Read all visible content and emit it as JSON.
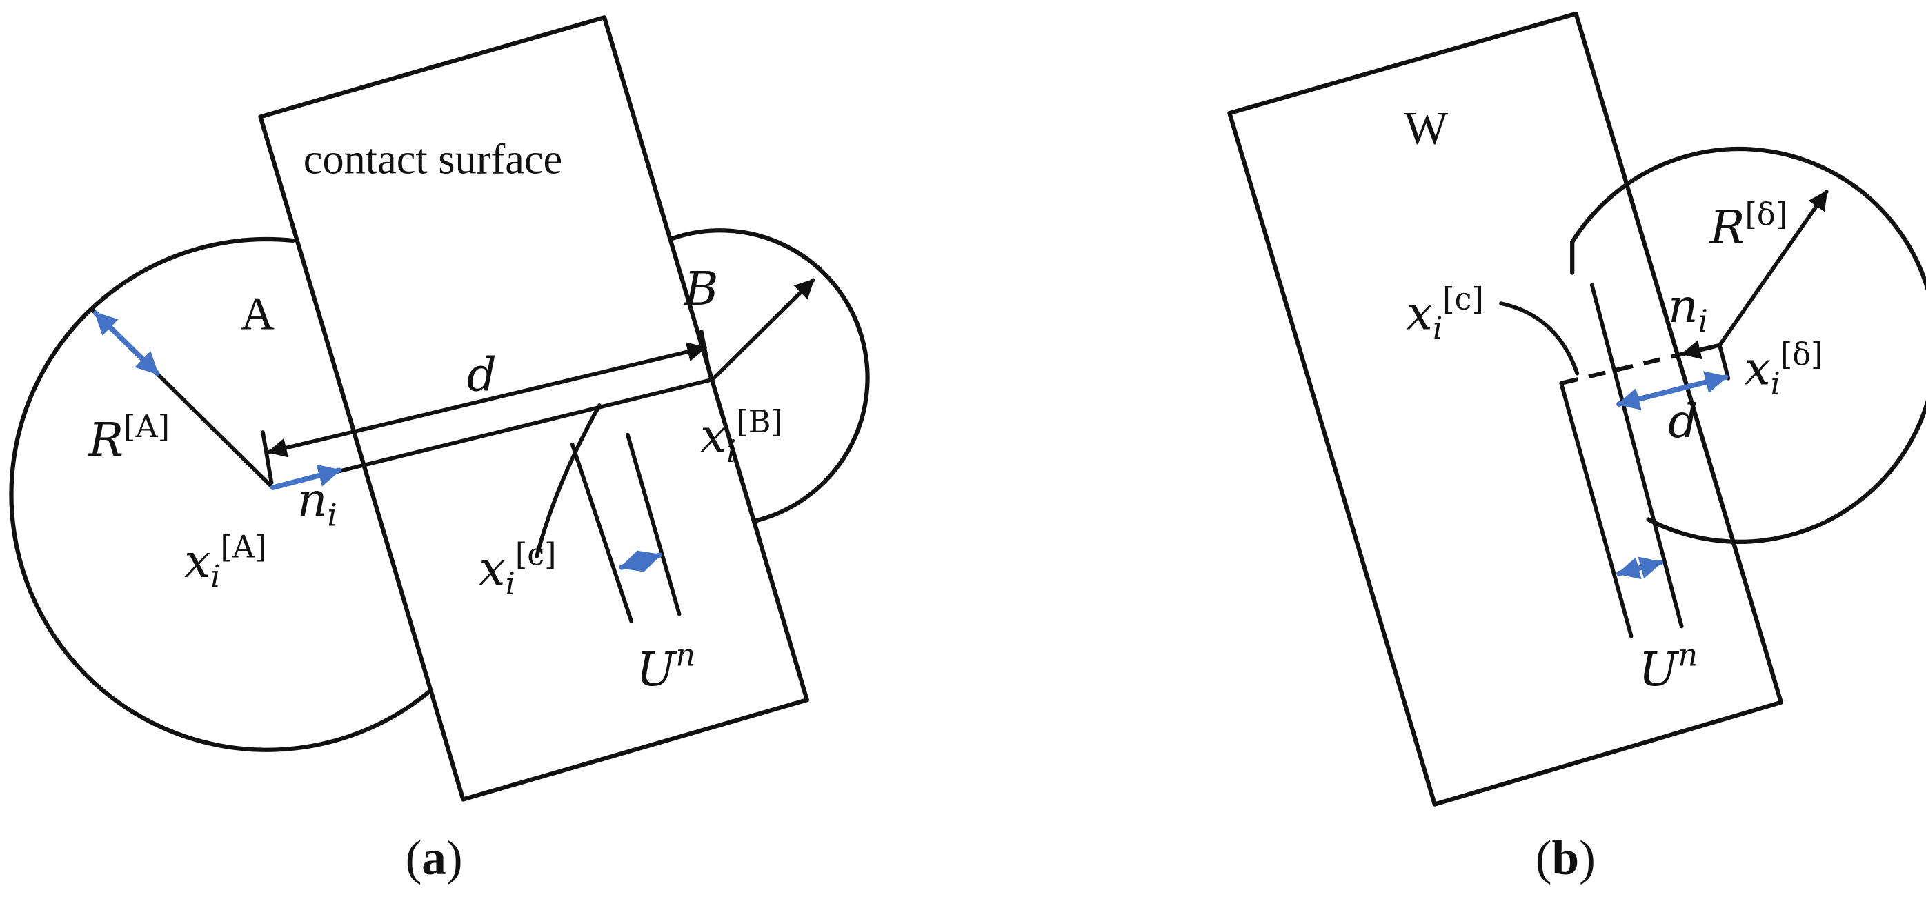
{
  "panel_a": {
    "label_open": "(",
    "label_letter": "a",
    "label_close": ")",
    "surface_label": "contact surface",
    "body_a_label": "A",
    "body_b_label": "B",
    "radius_label": "R",
    "radius_sup": "[A]",
    "distance_label": "d",
    "normal_label": "n",
    "normal_sub": "i",
    "point_a_label": "x",
    "point_a_sub": "i",
    "point_a_sup": "[A]",
    "point_b_label": "x",
    "point_b_sub": "i",
    "point_b_sup": "[B]",
    "point_c_label": "x",
    "point_c_sub": "i",
    "point_c_sup": "[c]",
    "u_label": "U",
    "u_sup": "n"
  },
  "panel_b": {
    "label_open": "(",
    "label_letter": "b",
    "label_close": ")",
    "wall_label": "W",
    "radius_label": "R",
    "radius_sup": "[δ]",
    "normal_label": "n",
    "normal_sub": "i",
    "distance_label": "d",
    "point_c_label": "x",
    "point_c_sub": "i",
    "point_c_sup": "[c]",
    "point_d_label": "x",
    "point_d_sub": "i",
    "point_d_sup": "[δ]",
    "u_label": "U",
    "u_sup": "n"
  }
}
